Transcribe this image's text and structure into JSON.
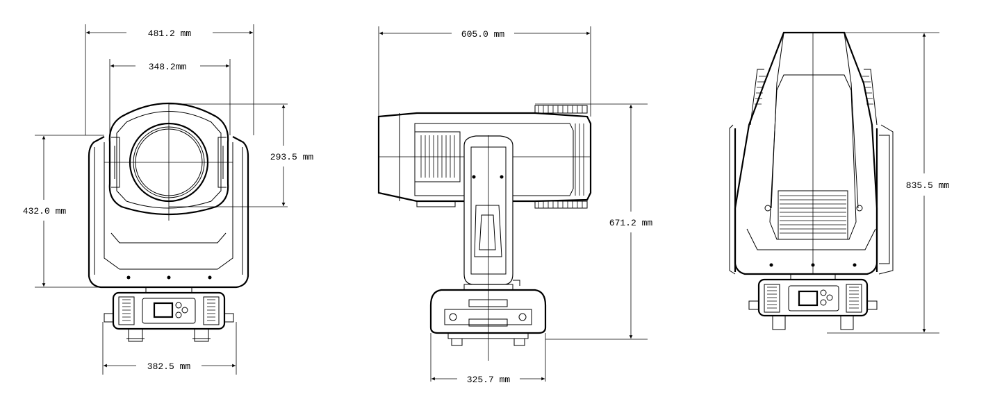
{
  "views": {
    "front": {
      "width_outer": "481.2 mm",
      "width_inner": "348.2mm",
      "lens_height": "293.5 mm",
      "height": "432.0 mm",
      "base_width": "382.5 mm"
    },
    "side": {
      "depth": "605.0 mm",
      "height": "671.2 mm",
      "base_depth": "325.7 mm"
    },
    "back": {
      "height": "835.5 mm"
    }
  },
  "colors": {
    "line": "#000000",
    "background": "#ffffff"
  }
}
